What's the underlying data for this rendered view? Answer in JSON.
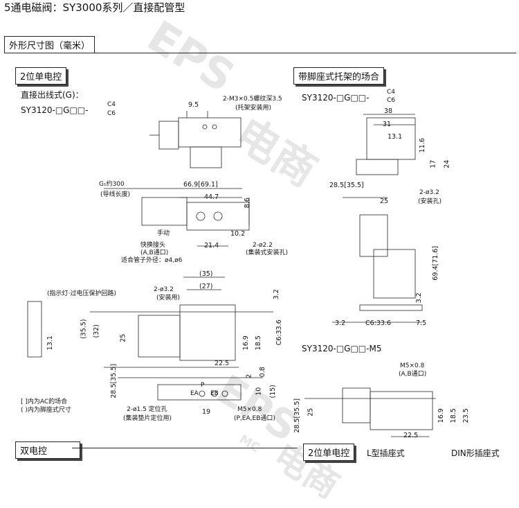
{
  "header": {
    "title": "5通电磁阀：SY3000系列／直接配管型"
  },
  "outline_tab": "外形尺寸图（毫米）",
  "section_single": "2位单电控",
  "section_bracket": "带脚座式托架的场合",
  "section_double": "双电控",
  "section_single_b": "2位单电控",
  "connector_L": "L型插座式",
  "connector_DIN": "DIN形插座式",
  "grommet_label": "直接出线式(G)：",
  "models": {
    "left_prefix": "SY3120-□G□□-",
    "left_c4": "C4",
    "left_c6": "C6",
    "right_prefix": "SY3120-□G□□-",
    "right_c4": "C4",
    "right_c6": "C6",
    "m5": "SY3120-□G□□-M5"
  },
  "notes": {
    "m3": "2-M3×0.5螺纹深3.5",
    "m3_sub": "(托架安装用)",
    "g1": "G₁约300",
    "g1_sub": "(导线长度)",
    "manual": "手动",
    "quick": "快换接头",
    "quick_ab": "(A,B通口)",
    "tube": "适合管子外径：ø4,ø6",
    "d22": "2-ø2.2",
    "d22_sub": "(集装式安装孔)",
    "indicator": "(指示灯·过电压保护回路)",
    "d32": "2-ø3.2",
    "d32_sub": "(安装用)",
    "d15": "2-ø1.5 定位孔",
    "d15_sub": "(集装垫片定位用)",
    "m5": "M5×0.8",
    "m5_sub": "(P,EA,EB通口)",
    "legend1": "[  ]内为AC的场合",
    "legend2": "(  )内为脚座式尺寸",
    "r_d32": "2-ø3.2",
    "r_d32_sub": "(安装孔)",
    "r_m5": "M5×0.8",
    "r_m5_sub": "(A,B通口)"
  },
  "dims": {
    "d9_5": "9.5",
    "d66_9": "66.9[69.1]",
    "d44_7": "44.7",
    "d8_6": "8.6",
    "d10_2": "10.2",
    "d21_4": "21.4",
    "d35p": "(35)",
    "d27p": "(27)",
    "d3_2a": "3.2",
    "d35_5p": "(35.5)",
    "d32p": "(32)",
    "d25": "25",
    "d13_1": "13.1",
    "d16_9": "16.9",
    "d18_5": "18.5",
    "c6_33_6": "C6:33.6",
    "d22_5": "22.5",
    "d28_5": "28.5[35.5]",
    "d2": "2",
    "d0_8": "0.8",
    "d10": "10",
    "d15p": "(15)",
    "d19": "19",
    "d16_9b": "16.9",
    "r38": "38",
    "r31": "31",
    "r13_1": "13.1",
    "r11_6": "11.6",
    "r17": "17",
    "r24": "24",
    "r28_5": "28.5[35.5]",
    "r25": "25",
    "r69_4": "69.4[71.6]",
    "r3_2": "3.2",
    "r3_2b": "3.2",
    "r_c6": "C6:33.6",
    "r7_5": "7.5",
    "r28_5b": "28.5[35.5]",
    "r25b": "25",
    "r16_9": "16.9",
    "r18_5": "18.5",
    "r23_5": "23.5",
    "r22_5": "22.5",
    "port_p": "P",
    "port_ea": "EA",
    "port_eb": "EB"
  },
  "watermark": {
    "text": "EPS",
    "text2": "电商",
    "mc": "MC"
  }
}
